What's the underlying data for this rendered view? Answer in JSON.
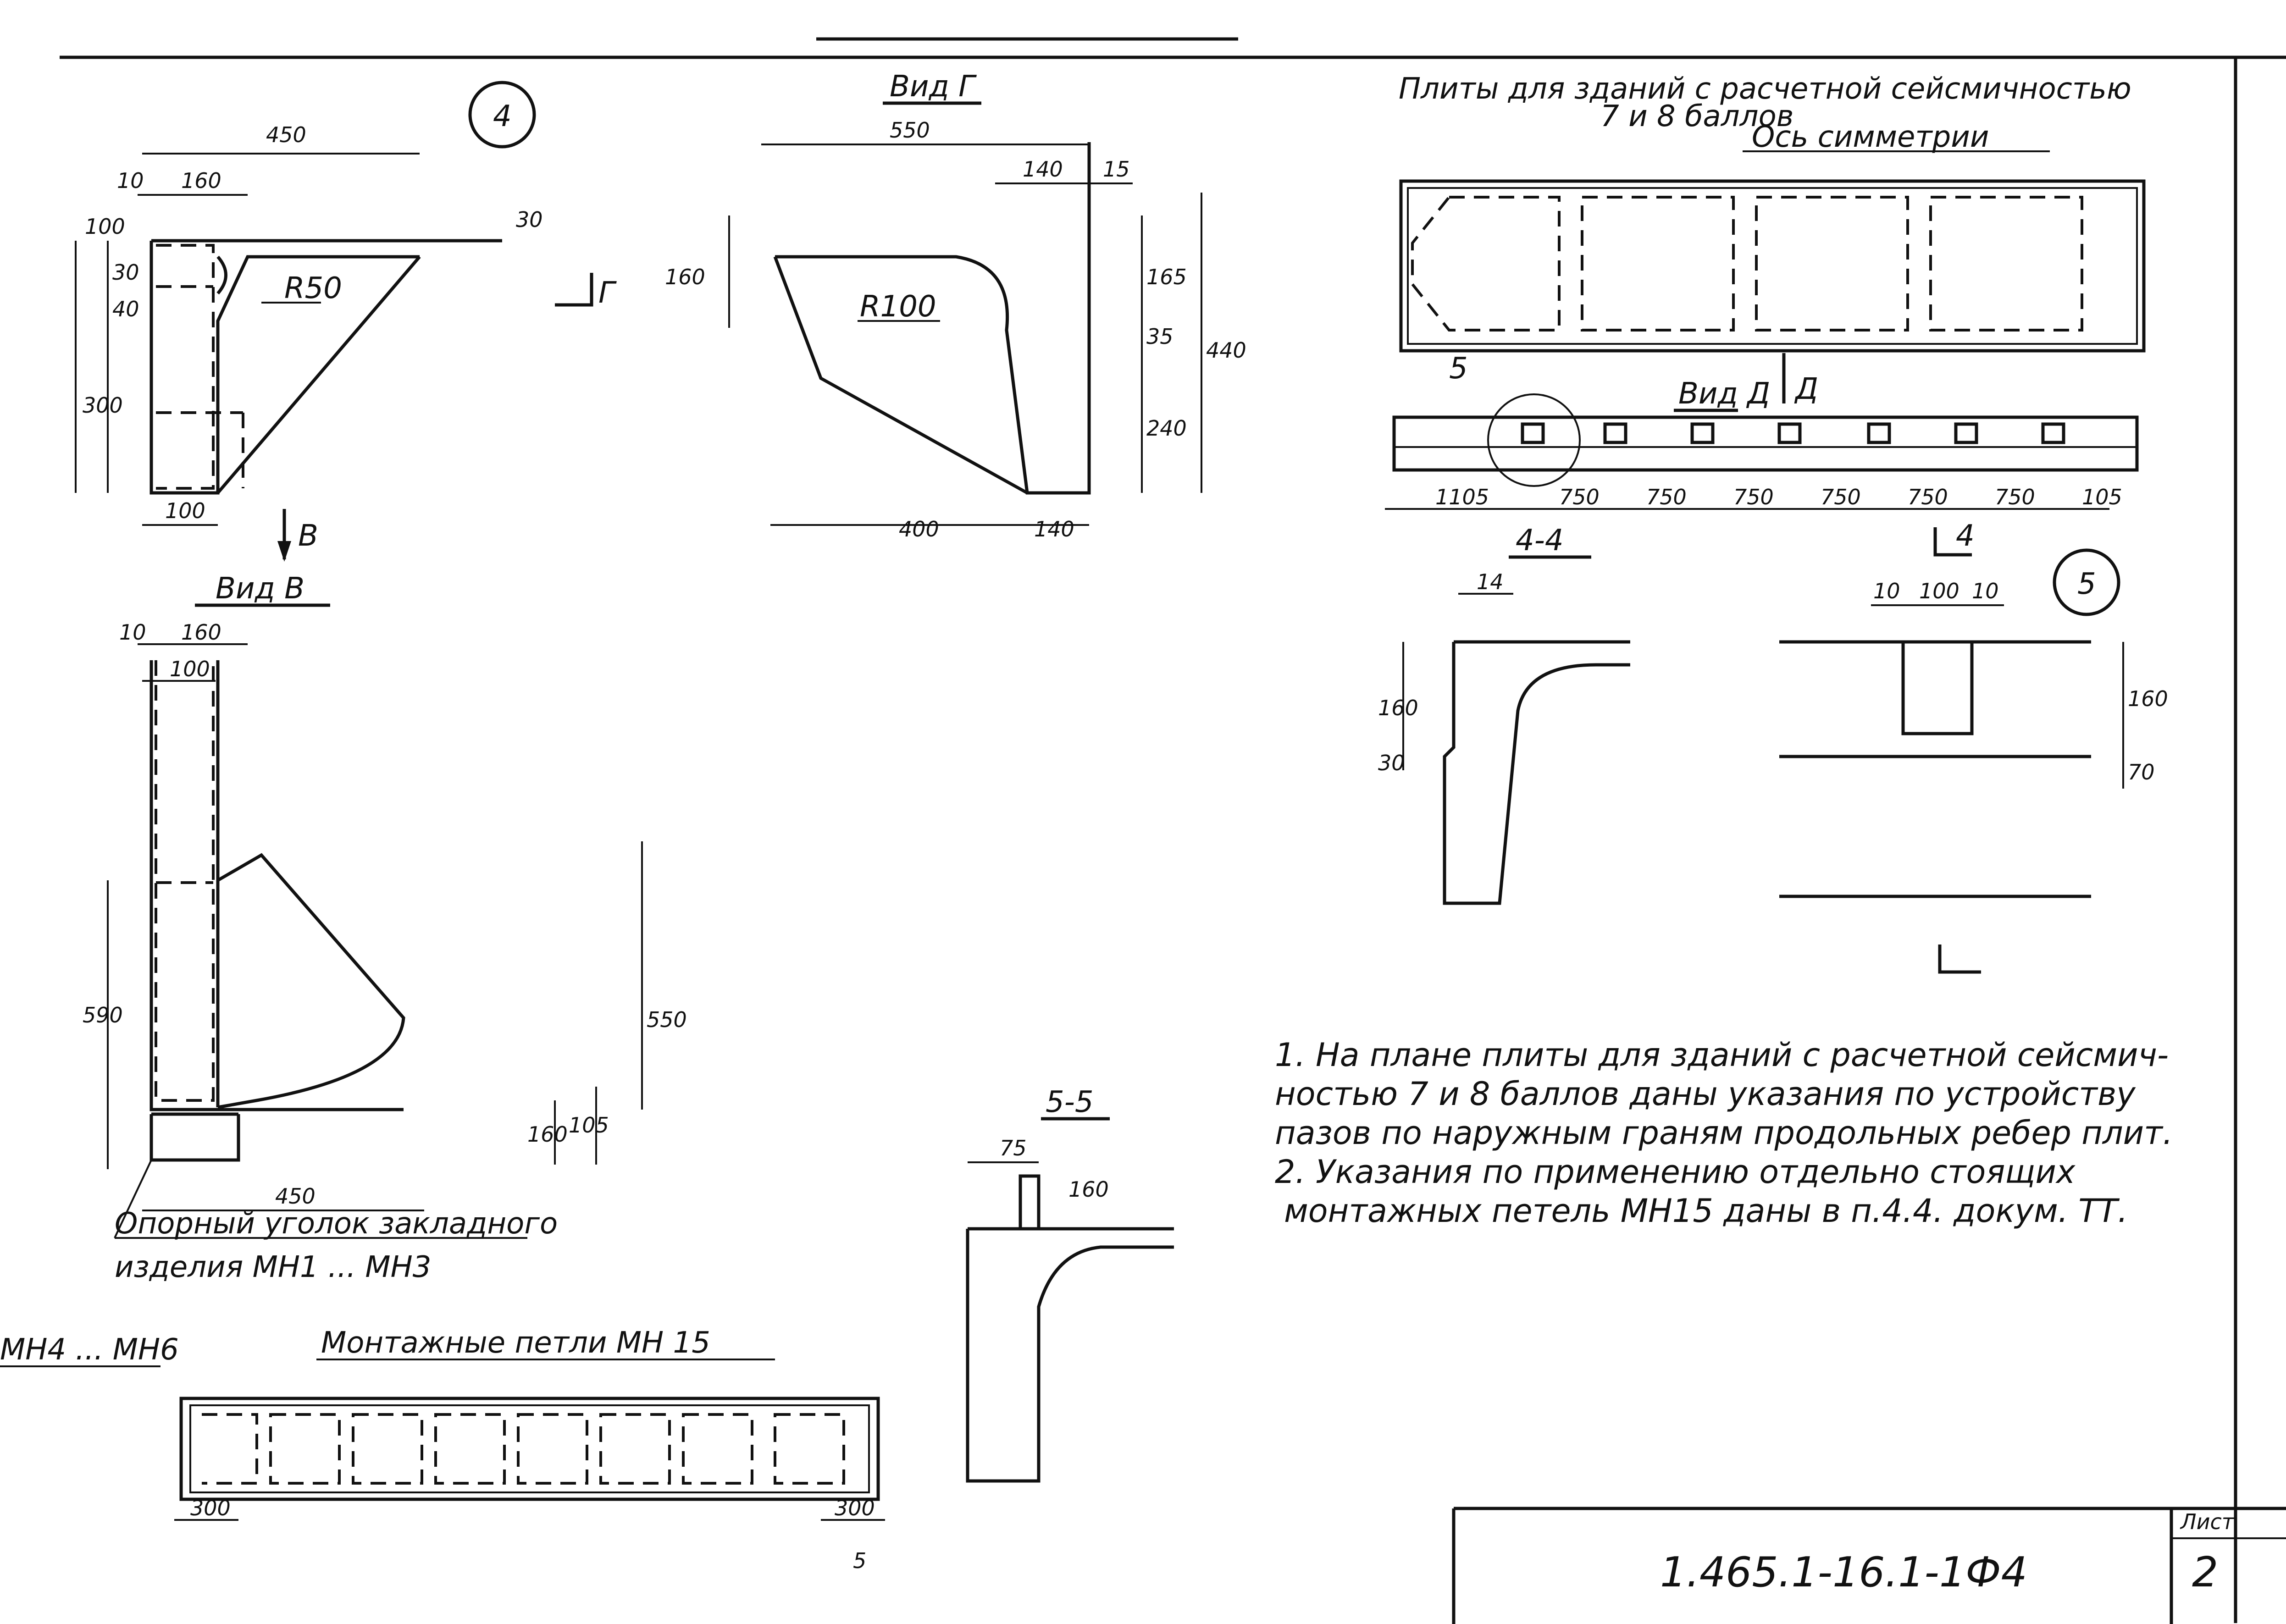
{
  "drawing": {
    "details": {
      "detail_4": "4",
      "detail_5": "5"
    },
    "views": {
      "view_g": "Вид Г",
      "view_v": "Вид В",
      "view_d": "Вид Д",
      "section_4_4": "4-4",
      "section_5_5": "5-5",
      "arrow_g": "Г",
      "arrow_v": "В",
      "arrow_d": "Д",
      "cut_4": "4",
      "ref_5": "5"
    },
    "plan_title_line1": "Плиты для зданий с расчетной сейсмичностью",
    "plan_title_line2": "7 и 8 баллов",
    "plan_title_line3": "Ось симметрии",
    "dimensions": {
      "d4_450_top": "450",
      "d4_10": "10",
      "d4_160": "160",
      "d4_30": "30",
      "d4_100_left": "100",
      "d4_30b": "30",
      "d4_40": "40",
      "d4_300": "300",
      "d4_R50": "R50",
      "d4_100_bottom": "100",
      "dg_550": "550",
      "dg_140": "140",
      "dg_15": "15",
      "dg_160": "160",
      "dg_R100": "R100",
      "dg_165": "165",
      "dg_35": "35",
      "dg_240": "240",
      "dg_440": "440",
      "dg_400": "400",
      "dg_140b": "140",
      "dv_10": "10",
      "dv_160": "160",
      "dv_100": "100",
      "dv_590": "590",
      "dv_550": "550",
      "dv_160b": "160",
      "dv_105": "105",
      "dv_450": "450",
      "pd_1105": "1105",
      "pd_750a": "750",
      "pd_750b": "750",
      "pd_750c": "750",
      "pd_750d": "750",
      "pd_750e": "750",
      "pd_750f": "750",
      "pd_105": "105",
      "s44_14": "14",
      "s44_160": "160",
      "s44_30": "30",
      "d5_10a": "10",
      "d5_100": "100",
      "d5_10b": "10",
      "d5_160": "160",
      "d5_70": "70",
      "s55_75": "75",
      "s55_160": "160",
      "bp_300a": "300",
      "bp_300b": "300",
      "bp_5": "5"
    },
    "callouts": {
      "support_line1": "Опорный уголок закладного",
      "support_line2": "изделия  МН1 ... МН3",
      "mounting_loops": "Монтажные петли МН 15",
      "left_ref": "МН4 ... МН6"
    },
    "notes": {
      "n1_l1": "1. На плане плиты для зданий с расчетной сейсмич-",
      "n1_l2": "ностью 7 и 8 баллов даны указания по устройству",
      "n1_l3": "пазов по наружным граням продольных ребер плит.",
      "n2_l1": "2. Указания по применению отдельно стоящих",
      "n2_l2": "монтажных петель МН15 даны в п.4.4. докум. ТТ."
    },
    "title_block": {
      "doc_code": "1.465.1-16.1-1Ф4",
      "sheet_label": "Лист",
      "sheet_number": "2"
    }
  }
}
